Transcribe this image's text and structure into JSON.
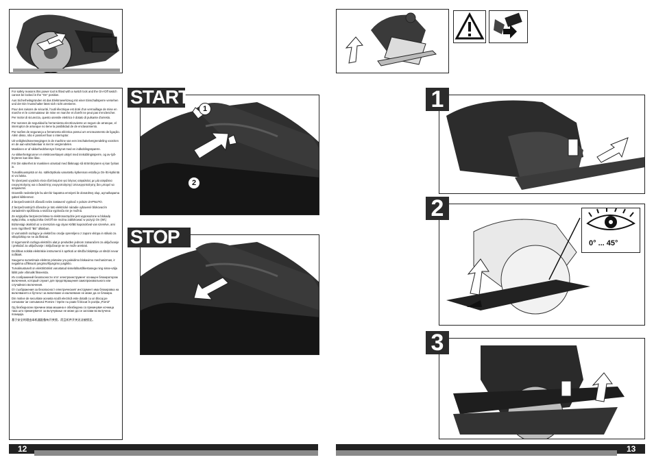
{
  "left_page": {
    "page_number": "12",
    "banners": {
      "start": "START",
      "stop": "STOP"
    },
    "callouts": [
      "1",
      "2"
    ],
    "paragraphs": [
      "For safety reasons this power tool is fitted with a switch lock and the On-/Off switch cannot be locked in the \"On\" position.",
      "Aus Sicherheitsgründen ist das Elektrowerkzeug mit einer Einschaltsperre versehen und der Ein-/Ausschalter lässt sich nicht arretieren.",
      "Pour des raisons de sécurité, l'outil électrique est doté d'un verrouillage de mise en marche et le commutateur de mise en marche et d'arrêt ne peut pas s'enclencher.",
      "Per motivi di sicurezza, questo utensile elettrico è dotato di pulsante d'arresto.",
      "Por razones de seguridad la herramienta electricaviente un seguro de arranque, el interruptor de arranque no tiene la posibilidad de de enclavamiento.",
      "Por razões de segurança a ferramenta eléctrica possui um encravamento de ligação. Além disso, não é possível fixar o interruptor.",
      "Uit veiligheidsoverwegingen is de machine van een inschakelvergrendeling voorzien en de aan-uitschakelaar is niet te vergrendelen.",
      "Maskinen er af sikkerhedshensyn forsynet med en indkoblingsspærre.",
      "Av sikkerhetsgrunner er elektroverktøyet utstyrt med innkoblingssperre, og av-/på-bryteren kan ikke låse.",
      "För Din säkerhet är maskinen utrustad med låsknapp så strömbrytaren ej kan fyckas in.",
      "Turvallisuussyistä on ko. sähkötyökalu varustettu kytkennan estolla ja On-/Ei-kytkintä ei voi lukita.",
      "Το ηλεκτρικό εργαλείο είναι εξοπλισμένο για λόγους ασφαλείας με μία ασφάλεια ενεργοποίησης και ο διακόπτης ενεργοποίησης/ απενεργοποίησης δεν μπορεί να ασφαλιστεί.",
      "Güvenlik nedenleriyle bu alet bir kapatma emniyeti ile donatılmış olup, açma/kapama şalteri kilitlenmez.",
      "Z bezpečnostních důvodů nelze zastavení vypínač v poloze ZAPNUTO.",
      "Z bezpečnostných dôvodov je toto elektrické náradie vybavené blokovacím zariadením spúšťania a snáčica vypínača nie je možná.",
      "Ze względów bezpieczeństwa to elektronarzędzie jest wyposażone w blokadę wyłącznika, a wyłącznika On/Off nie można zablokować w pozycji On (Wł.)",
      "Biztonsági okokból az a szerszám egy olyan KI/BE kapcsolóval van szerelve, ami nem rögzíthető \"BE\" állásban.",
      "Iz varnostnih razlogov je električno orodje opremljeno z zaporo vklopa in stikalo za vklop/izklop se ne da fiksirati.",
      "Iz sigurnosnih razloga električni alat je predviđen jednom zatvaračem za uključivanje i prekidač za uključivanje i isključivanje se ne može aretirati.",
      "Drošības nolūkā elektriskie instrumenti ir aprīkoti ar slēdža bloķētāju un slēdzi nevar nofiksēt.",
      "Saugumo sumetimais elektros prietaise yra paleidimo blokavimo mechanizmas, ir negalima užfiksuoti jungimo/išjungimo jungiklio.",
      "Turvalisustuselt on elektritööriist varustatud sisselülitustõkestusega ning sisse-välja lülitit pole võimalik fikseerida.",
      "Из соображений безопасности этот электроинструмент оснащен блокиратором включения, который служит для предотвращения самопроизвольного или случайного включения.",
      "От съображения за безопасност електрическият инструмент има блокировка на включването и бутонът за включване и изключване не може да се блокира.",
      "Din motive de securitate aceasta sculă electrică este dotată cu un blocaj pe comutator iar comutatorul Pornire / Oprire nu poate fi blocat în poziția „Pornit\"",
      "Од безбедносни причини оваа машина е обезбедена со прекинувач кочница така што прекинувачот за вклучување не може да се заглави во вклучена позиција.",
      "基于安全的理由本机器配备有开关锁，而且机件开关无法被锁定。"
    ]
  },
  "right_page": {
    "page_number": "13",
    "steps": [
      "1",
      "2",
      "3"
    ],
    "bevel_range": "0° ... 45°"
  }
}
